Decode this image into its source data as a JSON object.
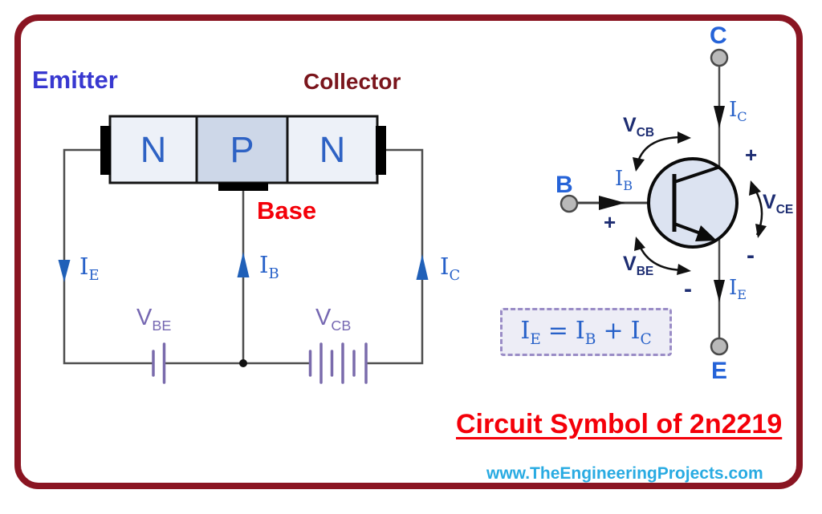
{
  "block_diagram": {
    "emitter_label": "Emitter",
    "collector_label": "Collector",
    "base_label": "Base",
    "region_n_left": "N",
    "region_p": "P",
    "region_n_right": "N",
    "current_ie": {
      "sym": "I",
      "sub": "E"
    },
    "current_ib": {
      "sym": "I",
      "sub": "B"
    },
    "current_ic": {
      "sym": "I",
      "sub": "C"
    },
    "source_vbe": {
      "sym": "V",
      "sub": "BE"
    },
    "source_vcb": {
      "sym": "V",
      "sub": "CB"
    }
  },
  "circuit_symbol": {
    "terminal_c": "C",
    "terminal_b": "B",
    "terminal_e": "E",
    "current_ic": {
      "sym": "I",
      "sub": "C"
    },
    "current_ib": {
      "sym": "I",
      "sub": "B"
    },
    "current_ie": {
      "sym": "I",
      "sub": "E"
    },
    "voltage_vcb": {
      "sym": "V",
      "sub": "CB"
    },
    "voltage_vce": {
      "sym": "V",
      "sub": "CE"
    },
    "voltage_vbe": {
      "sym": "V",
      "sub": "BE"
    },
    "plus_b": "+",
    "plus_c": "+",
    "minus_vce": "-",
    "minus_vbe": "-",
    "equation": {
      "term1": {
        "sym": "I",
        "sub": "E"
      },
      "equals": "=",
      "term2": {
        "sym": "I",
        "sub": "B"
      },
      "plus": "+",
      "term3": {
        "sym": "I",
        "sub": "C"
      }
    }
  },
  "footer": {
    "title": "Circuit Symbol of 2n2219",
    "website": "www.TheEngineeringProjects.com"
  },
  "colors": {
    "border": "#8a1522",
    "emitter_text": "#3838d0",
    "collector_text": "#7a151c",
    "base_text": "#f40009",
    "region_letter": "#2e62c4",
    "current_label": "#2761c9",
    "source_label_purple": "#7668b2",
    "voltage_label_navy": "#1d2d72",
    "terminal_letter": "#2563d8",
    "title_red": "#f40009",
    "website_blue": "#29abe2",
    "wire_gray": "#4d4d4d",
    "arrow_blue": "#2060b8",
    "battery_purple": "#7a6bac",
    "n_region_fill": "#edf1f8",
    "p_region_fill": "#cdd7e8",
    "transistor_fill": "#dce3f1",
    "terminal_fill": "#b9b9b9",
    "equation_box_fill": "#ededf6",
    "equation_box_border": "#9a8cc6"
  }
}
